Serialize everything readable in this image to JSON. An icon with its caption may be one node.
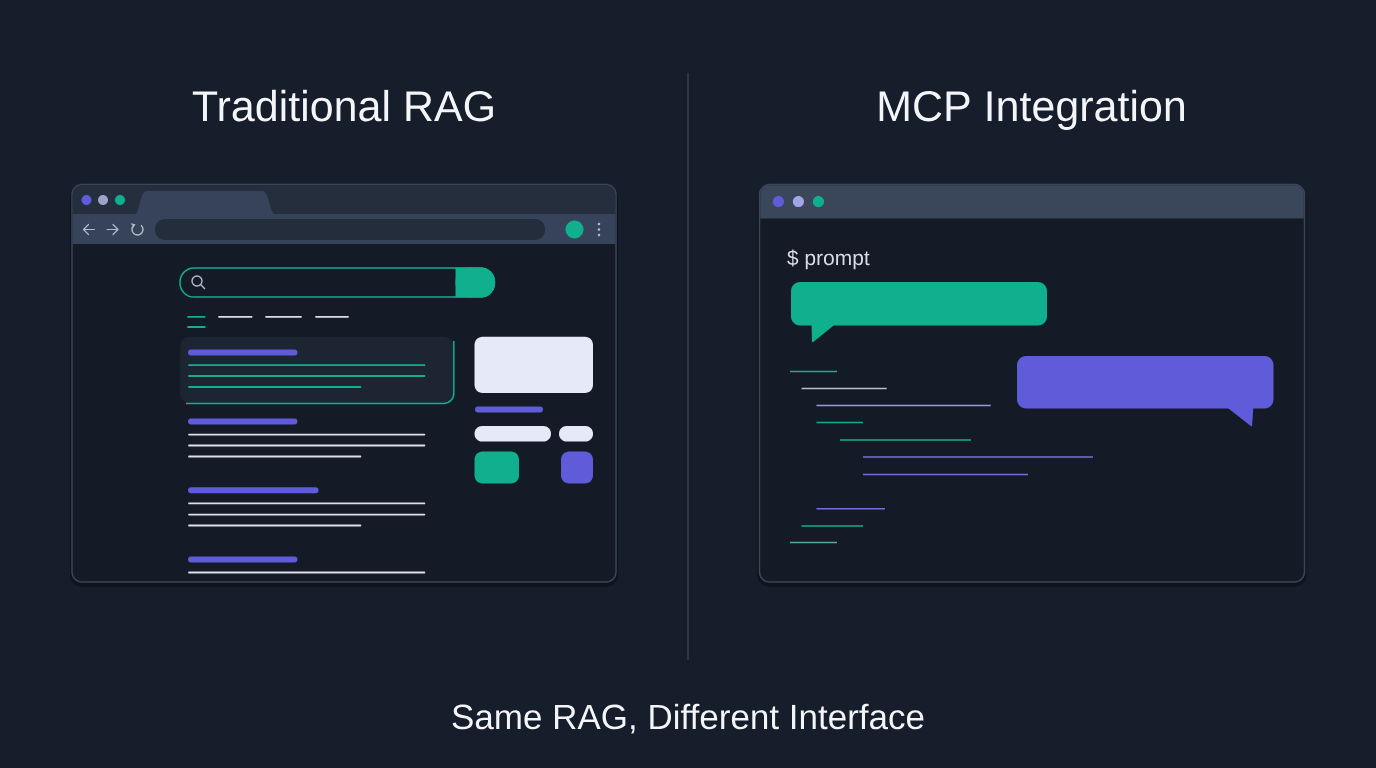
{
  "diagram": {
    "caption": "Same RAG, Different Interface",
    "nodes": [
      {
        "text": [
          "Traditional RAG"
        ]
      },
      {
        "text": [
          "MCP Integration",
          "$ prompt"
        ]
      }
    ]
  }
}
